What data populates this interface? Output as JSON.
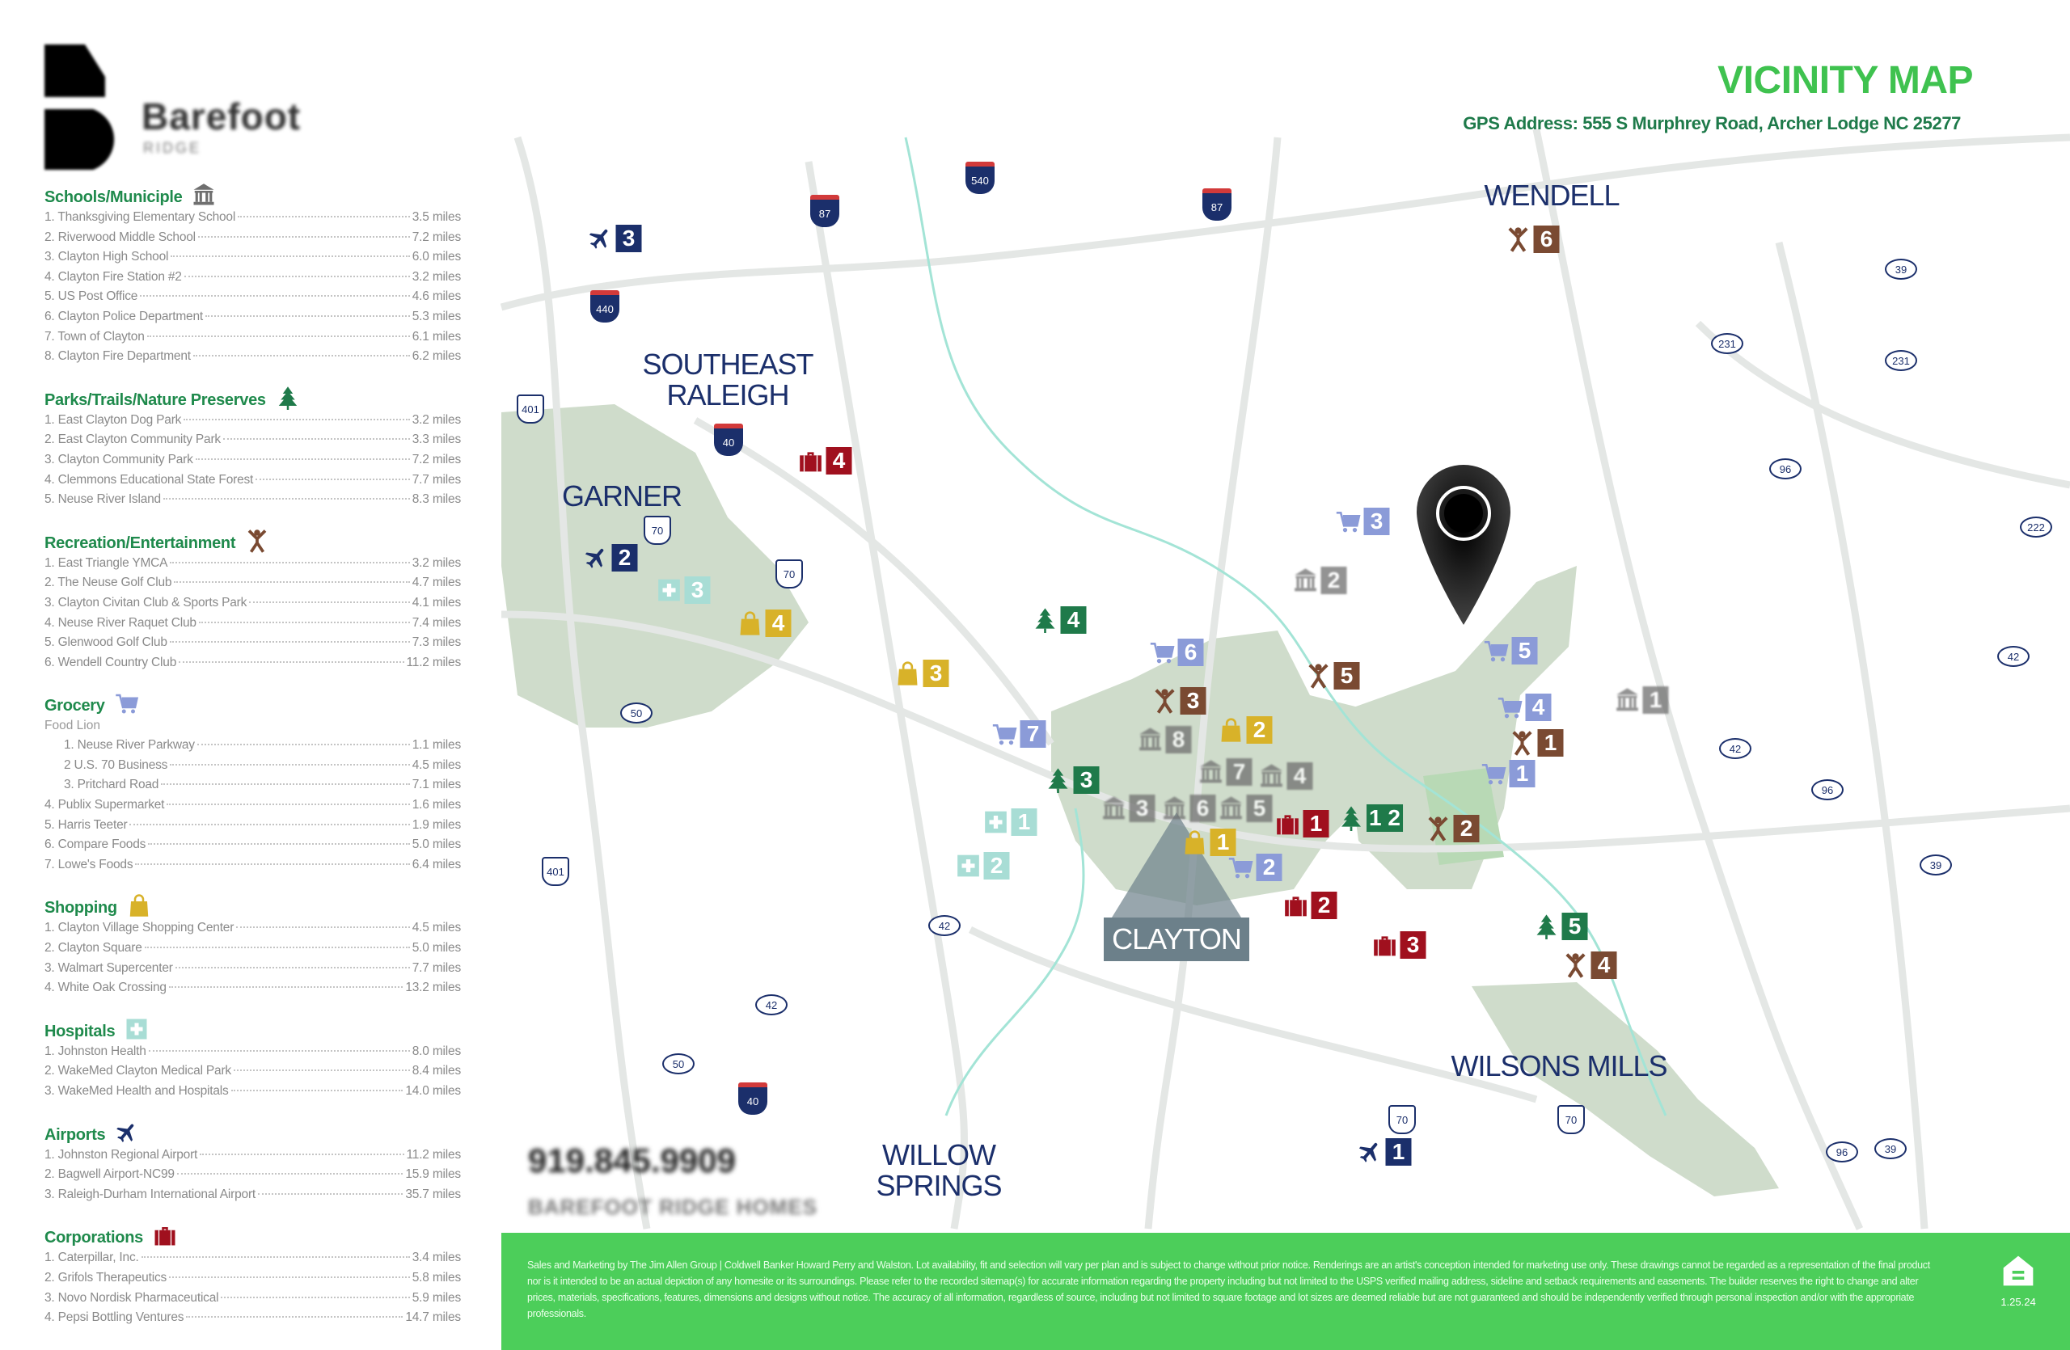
{
  "header": {
    "title": "VICINITY MAP",
    "gps_address": "GPS Address: 555 S Murphrey Road, Archer Lodge NC 25277"
  },
  "logo": {
    "name": "Barefoot",
    "sub": "RIDGE"
  },
  "contact": {
    "phone": "919.845.9909",
    "brand": "BAREFOOT RIDGE HOMES"
  },
  "sidebar": {
    "sections": [
      {
        "title": "Schools/Municiple",
        "icon": "school-icon",
        "items": [
          {
            "label": "1. Thanksgiving Elementary School",
            "dist": "3.5 miles"
          },
          {
            "label": "2. Riverwood Middle School",
            "dist": "7.2 miles"
          },
          {
            "label": "3. Clayton High School",
            "dist": "6.0 miles"
          },
          {
            "label": "4. Clayton Fire Station #2",
            "dist": "3.2 miles"
          },
          {
            "label": "5. US Post Office",
            "dist": "4.6 miles"
          },
          {
            "label": "6. Clayton Police Department",
            "dist": "5.3 miles"
          },
          {
            "label": "7. Town of Clayton",
            "dist": "6.1 miles"
          },
          {
            "label": "8. Clayton Fire Department",
            "dist": "6.2 miles"
          }
        ]
      },
      {
        "title": "Parks/Trails/Nature Preserves",
        "icon": "tree-icon",
        "items": [
          {
            "label": "1. East Clayton Dog Park",
            "dist": "3.2 miles"
          },
          {
            "label": "2. East Clayton Community Park",
            "dist": "3.3 miles"
          },
          {
            "label": "3. Clayton Community Park",
            "dist": "7.2 miles"
          },
          {
            "label": "4. Clemmons Educational State Forest",
            "dist": "7.7 miles"
          },
          {
            "label": "5. Neuse River Island",
            "dist": "8.3 miles"
          }
        ]
      },
      {
        "title": "Recreation/Entertainment",
        "icon": "person-icon",
        "items": [
          {
            "label": "1. East Triangle YMCA",
            "dist": "3.2 miles"
          },
          {
            "label": "2. The Neuse Golf Club",
            "dist": "4.7 miles"
          },
          {
            "label": "3. Clayton Civitan Club & Sports Park",
            "dist": "4.1 miles"
          },
          {
            "label": "4. Neuse River Raquet Club",
            "dist": "7.4 miles"
          },
          {
            "label": "5. Glenwood Golf Club",
            "dist": "7.3 miles"
          },
          {
            "label": "6. Wendell Country Club",
            "dist": "11.2 miles"
          }
        ]
      },
      {
        "title": "Grocery",
        "icon": "cart-icon",
        "subhead": "Food Lion",
        "subitems": [
          {
            "label": "1. Neuse River Parkway",
            "dist": "1.1 miles"
          },
          {
            "label": "2 U.S. 70 Business",
            "dist": "4.5 miles"
          },
          {
            "label": "3. Pritchard Road",
            "dist": "7.1 miles"
          }
        ],
        "items": [
          {
            "label": "4. Publix Supermarket",
            "dist": "1.6 miles"
          },
          {
            "label": "5. Harris Teeter",
            "dist": "1.9 miles"
          },
          {
            "label": "6. Compare Foods",
            "dist": "5.0 miles"
          },
          {
            "label": "7. Lowe's Foods",
            "dist": "6.4 miles"
          }
        ]
      },
      {
        "title": "Shopping",
        "icon": "shopping-bag-icon",
        "items": [
          {
            "label": "1. Clayton Village Shopping Center",
            "dist": "4.5 miles"
          },
          {
            "label": "2. Clayton Square",
            "dist": "5.0 miles"
          },
          {
            "label": "3. Walmart Supercenter",
            "dist": "7.7 miles"
          },
          {
            "label": "4. White Oak Crossing",
            "dist": "13.2 miles"
          }
        ]
      },
      {
        "title": "Hospitals",
        "icon": "hospital-icon",
        "items": [
          {
            "label": "1. Johnston Health",
            "dist": "8.0 miles"
          },
          {
            "label": "2. WakeMed Clayton Medical Park",
            "dist": "8.4 miles"
          },
          {
            "label": "3. WakeMed Health and Hospitals",
            "dist": "14.0 miles"
          }
        ]
      },
      {
        "title": "Airports",
        "icon": "airplane-icon",
        "items": [
          {
            "label": "1. Johnston Regional Airport",
            "dist": "11.2 miles"
          },
          {
            "label": "2. Bagwell Airport-NC99",
            "dist": "15.9 miles"
          },
          {
            "label": "3. Raleigh-Durham International Airport",
            "dist": "35.7 miles"
          }
        ]
      },
      {
        "title": "Corporations",
        "icon": "briefcase-icon",
        "items": [
          {
            "label": "1. Caterpillar, Inc.",
            "dist": "3.4 miles"
          },
          {
            "label": "2. Grifols Therapeutics",
            "dist": "5.8 miles"
          },
          {
            "label": "3. Novo Nordisk Pharmaceutical",
            "dist": "5.9 miles"
          },
          {
            "label": "4. Pepsi Bottling Ventures",
            "dist": "14.7 miles"
          }
        ]
      }
    ]
  },
  "colors": {
    "airport": "#1b2f6b",
    "hospital": "#a8ddd5",
    "shopping": "#d8b229",
    "corporation": "#a0101e",
    "grocery": "#8b9bd8",
    "park": "#1f7a4a",
    "recreation": "#7a4a32",
    "school": "#6f6f6f",
    "footer": "#4cce5a",
    "title": "#3fc24f"
  },
  "map": {
    "towns": [
      "WENDELL",
      "SOUTHEAST\nRALEIGH",
      "GARNER",
      "WILSONS MILLS",
      "WILLOW\nSPRINGS"
    ],
    "clayton_label": "CLAYTON",
    "markers": [
      {
        "cat": "airport",
        "label": "3"
      },
      {
        "cat": "airport",
        "label": "2"
      },
      {
        "cat": "airport",
        "label": "1"
      },
      {
        "cat": "hospital",
        "label": "3"
      },
      {
        "cat": "hospital",
        "label": "1"
      },
      {
        "cat": "hospital",
        "label": "2"
      },
      {
        "cat": "shopping",
        "label": "4"
      },
      {
        "cat": "shopping",
        "label": "3"
      },
      {
        "cat": "shopping",
        "label": "2"
      },
      {
        "cat": "shopping",
        "label": "1"
      },
      {
        "cat": "corporation",
        "label": "4"
      },
      {
        "cat": "corporation",
        "label": "1"
      },
      {
        "cat": "corporation",
        "label": "2"
      },
      {
        "cat": "corporation",
        "label": "3"
      },
      {
        "cat": "grocery",
        "label": "3"
      },
      {
        "cat": "grocery",
        "label": "6"
      },
      {
        "cat": "grocery",
        "label": "7"
      },
      {
        "cat": "grocery",
        "label": "5"
      },
      {
        "cat": "grocery",
        "label": "4"
      },
      {
        "cat": "grocery",
        "label": "1"
      },
      {
        "cat": "grocery",
        "label": "2"
      },
      {
        "cat": "park",
        "label": "4"
      },
      {
        "cat": "park",
        "label": "3"
      },
      {
        "cat": "park",
        "label": "1 2"
      },
      {
        "cat": "park",
        "label": "5"
      },
      {
        "cat": "recreation",
        "label": "6"
      },
      {
        "cat": "recreation",
        "label": "5"
      },
      {
        "cat": "recreation",
        "label": "3"
      },
      {
        "cat": "recreation",
        "label": "1"
      },
      {
        "cat": "recreation",
        "label": "2"
      },
      {
        "cat": "recreation",
        "label": "4"
      },
      {
        "cat": "school",
        "label": "2"
      },
      {
        "cat": "school",
        "label": "1"
      },
      {
        "cat": "school",
        "label": "8"
      },
      {
        "cat": "school",
        "label": "7"
      },
      {
        "cat": "school",
        "label": "3"
      },
      {
        "cat": "school",
        "label": "6"
      },
      {
        "cat": "school",
        "label": "4"
      },
      {
        "cat": "school",
        "label": "5"
      }
    ],
    "shields": [
      {
        "type": "i",
        "label": "87"
      },
      {
        "type": "i",
        "label": "540"
      },
      {
        "type": "i",
        "label": "87"
      },
      {
        "type": "i",
        "label": "440"
      },
      {
        "type": "i",
        "label": "40"
      },
      {
        "type": "i",
        "label": "40"
      },
      {
        "type": "us",
        "label": "70"
      },
      {
        "type": "us",
        "label": "70"
      },
      {
        "type": "us",
        "label": "70"
      },
      {
        "type": "us",
        "label": "70"
      },
      {
        "type": "us",
        "label": "401"
      },
      {
        "type": "us",
        "label": "401"
      },
      {
        "type": "nc",
        "label": "39"
      },
      {
        "type": "nc",
        "label": "231"
      },
      {
        "type": "nc",
        "label": "231"
      },
      {
        "type": "nc",
        "label": "96"
      },
      {
        "type": "nc",
        "label": "222"
      },
      {
        "type": "nc",
        "label": "42"
      },
      {
        "type": "nc",
        "label": "42"
      },
      {
        "type": "nc",
        "label": "96"
      },
      {
        "type": "nc",
        "label": "39"
      },
      {
        "type": "nc",
        "label": "42"
      },
      {
        "type": "nc",
        "label": "42"
      },
      {
        "type": "nc",
        "label": "50"
      },
      {
        "type": "nc",
        "label": "50"
      },
      {
        "type": "nc",
        "label": "96"
      },
      {
        "type": "nc",
        "label": "39"
      }
    ]
  },
  "footer": {
    "disclaimer": "Sales and Marketing by The Jim Allen Group | Coldwell Banker Howard Perry and Walston. Lot availability, fit and selection will vary per plan and is subject to change without prior notice. Renderings are an artist's conception intended for marketing use only. These drawings cannot be regarded as a representation of the final product nor is it intended to be an actual depiction of any homesite or its surroundings. Please refer to the recorded sitemap(s) for accurate information regarding the property including but not limited to the USPS verified mailing address, sideline and setback requirements and easements. The builder reserves the right to change and alter prices, materials, specifications, features, dimensions and designs without notice. The accuracy of all information, regardless of source, including but not limited to square footage and lot sizes are deemed reliable but are not guaranteed and should be independently verified through personal inspection and/or with the appropriate professionals.",
    "date": "1.25.24"
  }
}
